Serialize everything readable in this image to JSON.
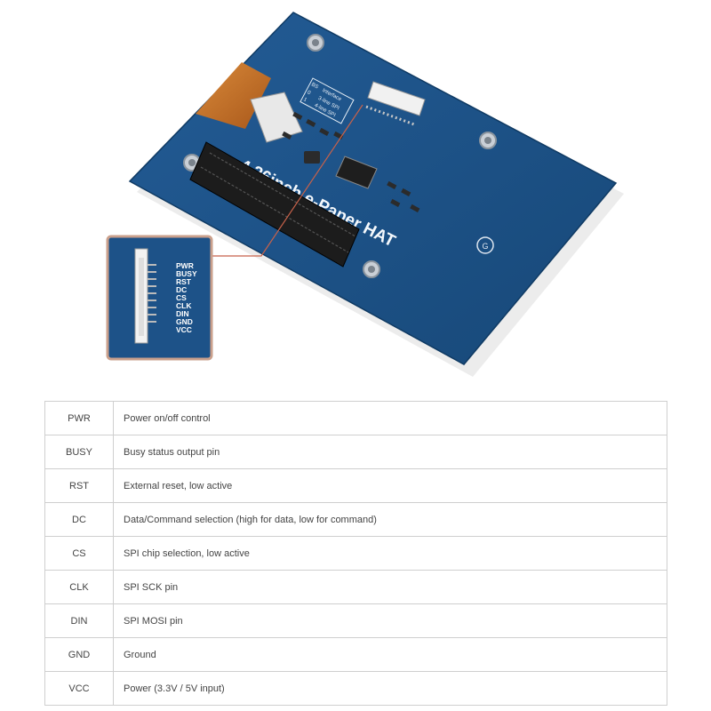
{
  "board": {
    "title": "4.26inch e-Paper HAT",
    "interface_table": {
      "header": "Interface",
      "rows": [
        {
          "selector": "0",
          "mode": "3-line SPI"
        },
        {
          "selector": "1",
          "mode": "4-line SPI"
        }
      ],
      "tag": "BS"
    },
    "connector_labels": [
      "PWR",
      "BUSY",
      "RST",
      "DC",
      "CS",
      "CLK",
      "DIN",
      "GND",
      "VCC"
    ]
  },
  "colors": {
    "pcb_blue": "#1d5288",
    "pcb_dark": "#123d68",
    "flex_orange": "#c46a1c",
    "header_black": "#1c1c1c"
  },
  "pins": [
    {
      "name": "PWR",
      "description": "Power on/off control"
    },
    {
      "name": "BUSY",
      "description": "Busy status output pin"
    },
    {
      "name": "RST",
      "description": "External reset, low active"
    },
    {
      "name": "DC",
      "description": "Data/Command selection (high for data, low for command)"
    },
    {
      "name": "CS",
      "description": "SPI chip selection, low active"
    },
    {
      "name": "CLK",
      "description": "SPI SCK pin"
    },
    {
      "name": "DIN",
      "description": "SPI MOSI pin"
    },
    {
      "name": "GND",
      "description": "Ground"
    },
    {
      "name": "VCC",
      "description": "Power (3.3V / 5V input)"
    }
  ]
}
